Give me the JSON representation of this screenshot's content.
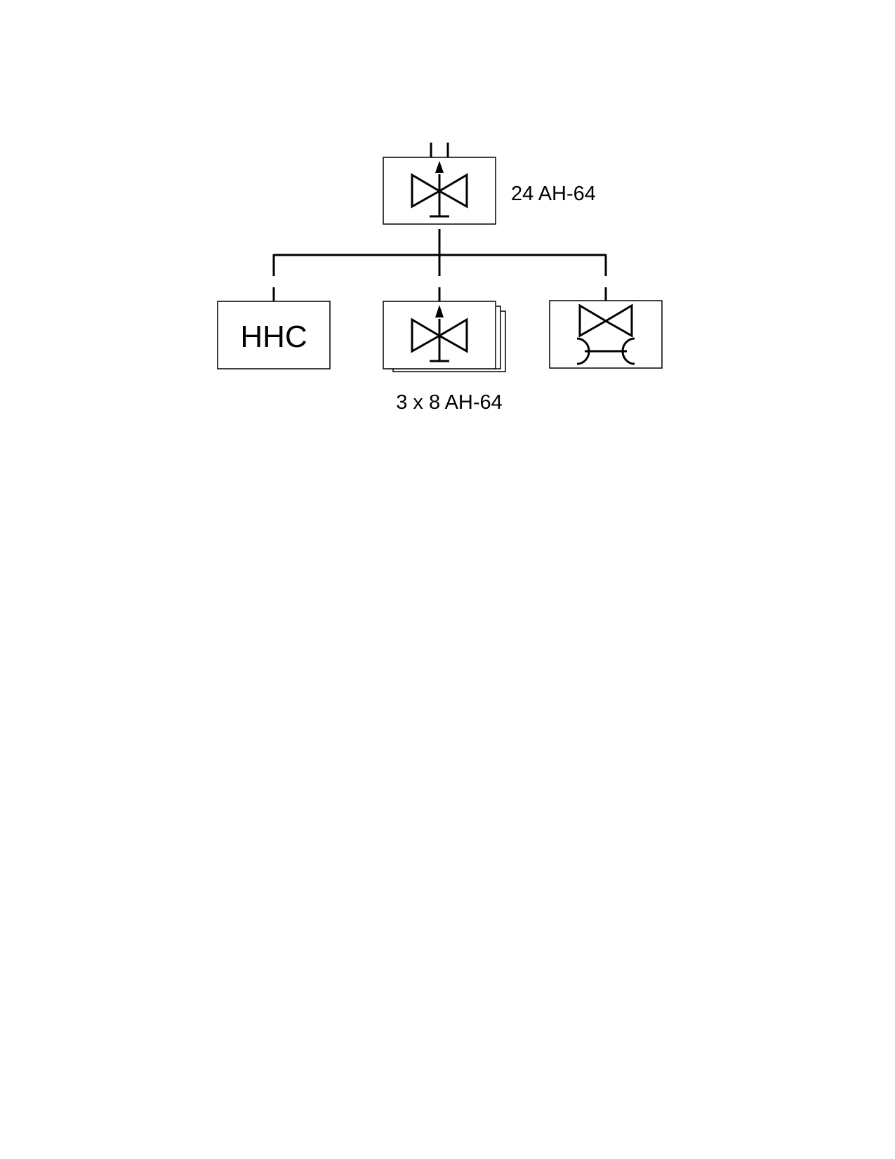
{
  "diagram": {
    "battalion": {
      "strength_label": "24 AH-64"
    },
    "companies": {
      "hhc_label": "HHC",
      "attack_strength_label": "3 x 8 AH-64"
    },
    "colors": {
      "line": "#000000",
      "fill": "#ffffff"
    },
    "icons": {
      "battalion": "attack-helicopter-icon",
      "attack_company": "attack-helicopter-icon",
      "maintenance_company": "aviation-maintenance-icon"
    }
  }
}
